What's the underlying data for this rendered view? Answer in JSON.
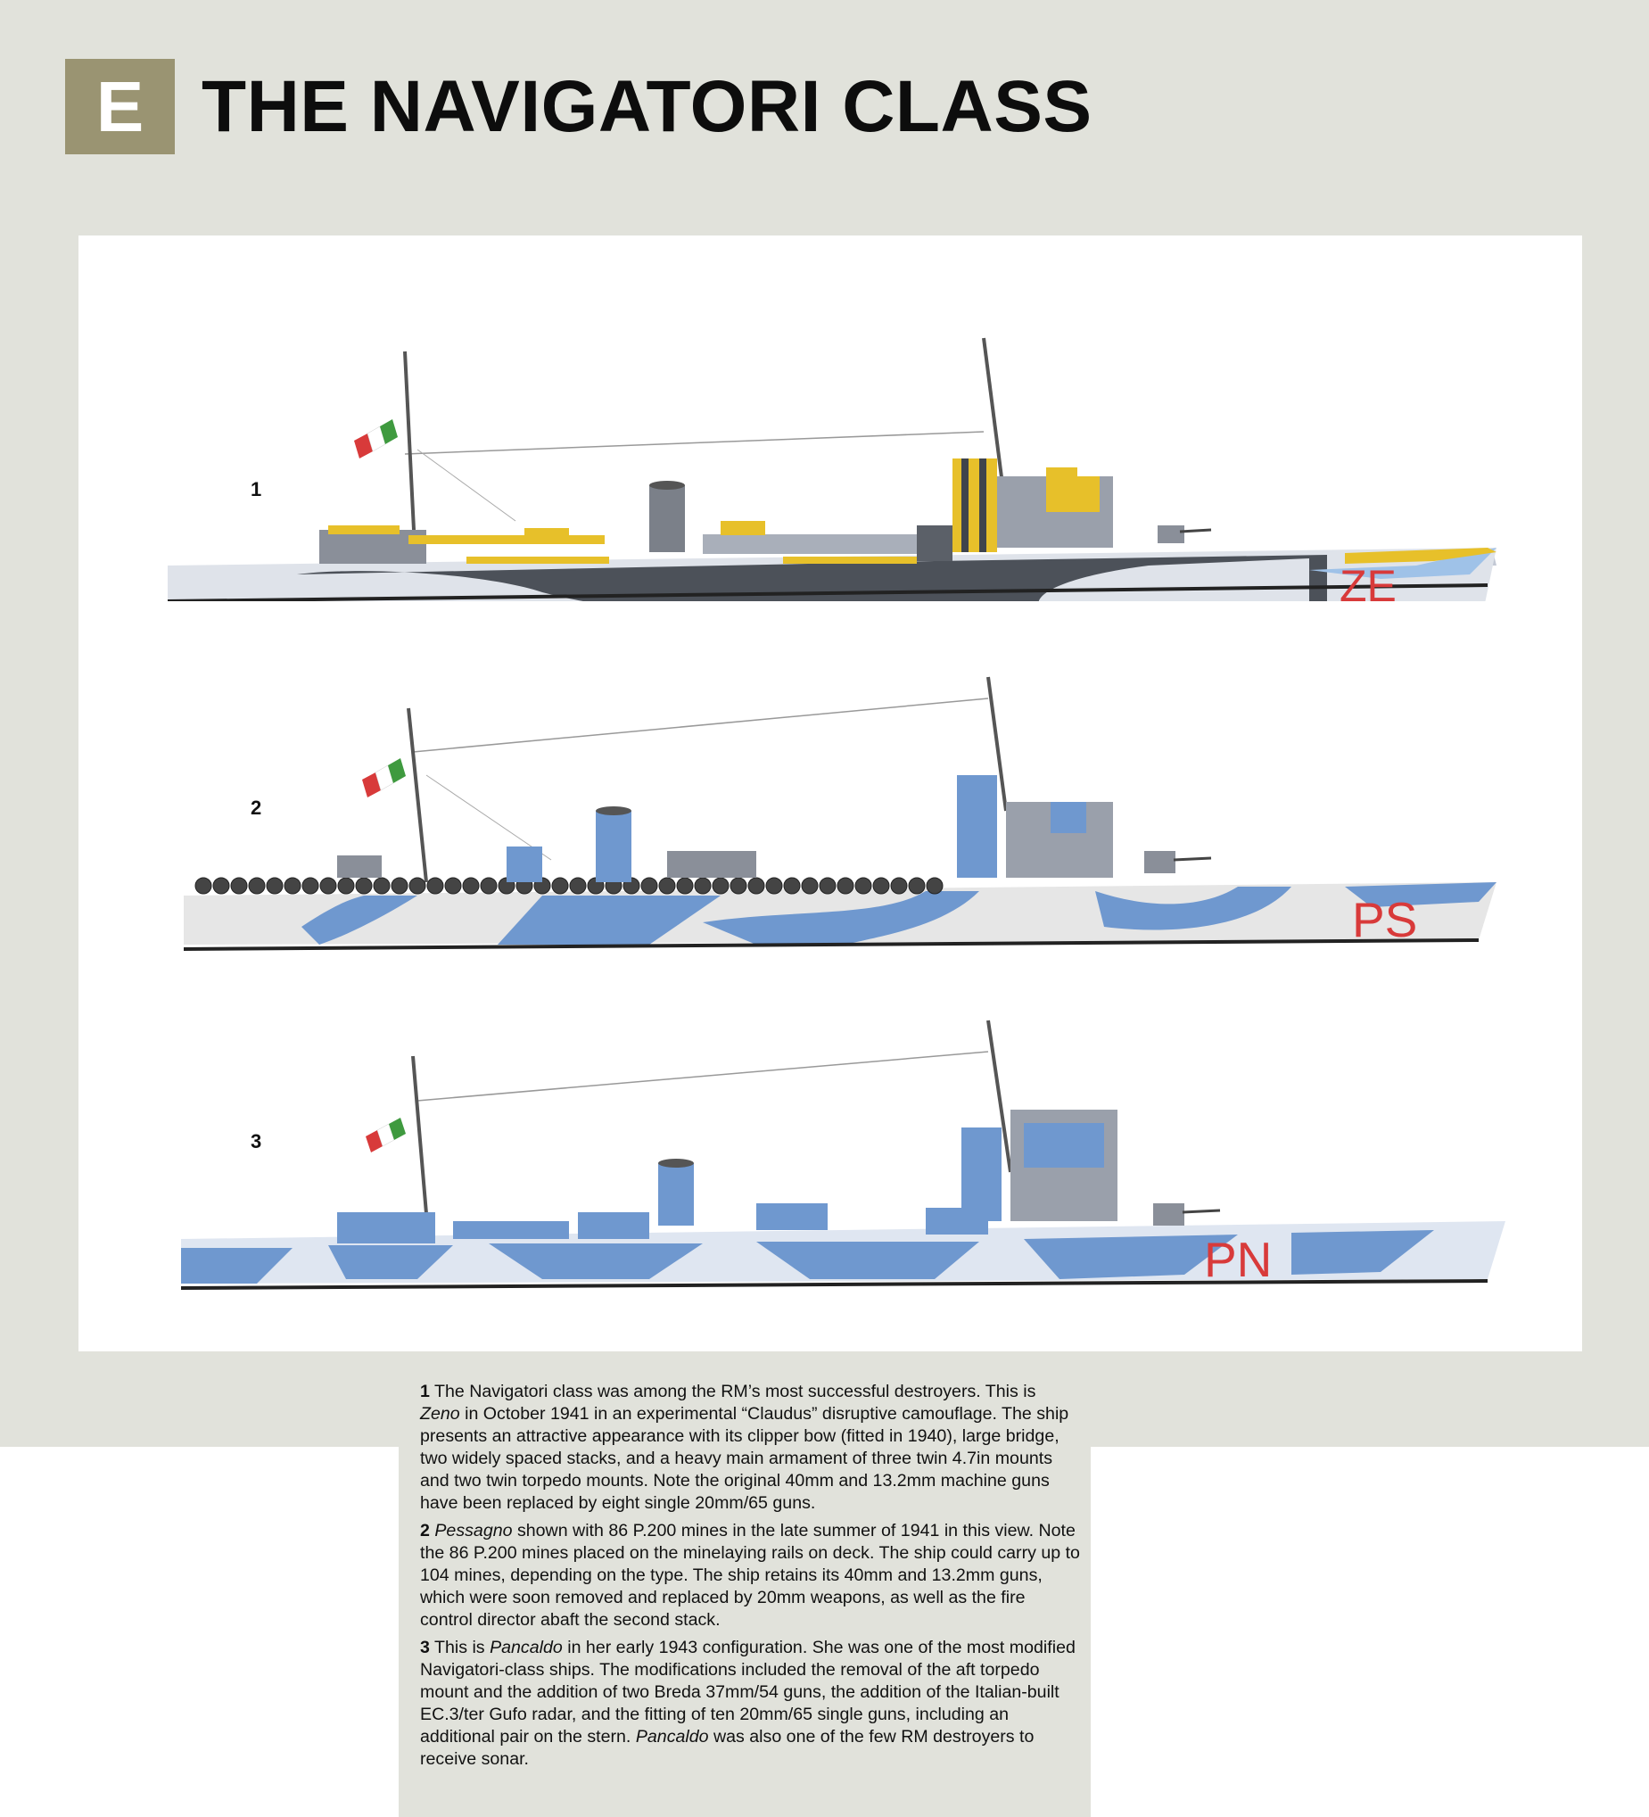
{
  "header": {
    "badge": "E",
    "title": "THE NAVIGATORI CLASS"
  },
  "figures": [
    {
      "number": "1",
      "hull_code": "ZE"
    },
    {
      "number": "2",
      "hull_code": "PS"
    },
    {
      "number": "3",
      "hull_code": "PN"
    }
  ],
  "colors": {
    "panel": "#e1e2db",
    "badge": "#9a9472",
    "hull_light": "#dfe3ea",
    "camo_dark": "#3f444c",
    "camo_blue": "#6f98cf",
    "camo_yellow": "#e7c02a",
    "code_red": "#d83a3a"
  },
  "captions": [
    {
      "num": "1",
      "t1": " The Navigatori class was among the RM’s most successful destroyers. This is ",
      "em1": "Zeno",
      "t2": " in October 1941 in an experimental “Claudus” disruptive camouflage. The ship presents an attractive appearance with its clipper bow (fitted in 1940), large bridge, two widely spaced stacks, and a heavy main armament of three twin 4.7in mounts and two twin torpedo mounts. Note the original 40mm and 13.2mm machine guns have been replaced by eight single 20mm/65 guns."
    },
    {
      "num": "2",
      "em1": "Pessagno",
      "t1": " shown with 86 P.200 mines in the late summer of 1941 in this view. Note the 86 P.200 mines placed on the minelaying rails on deck. The ship could carry up to 104 mines, depending on the type. The ship retains its 40mm and 13.2mm guns, which were soon removed and replaced by 20mm weapons, as well as the fire control director abaft the second stack."
    },
    {
      "num": "3",
      "t1": " This is ",
      "em1": "Pancaldo",
      "t2": " in her early 1943 configuration. She was one of the most modified Navigatori-class ships. The modifications included the removal of the aft torpedo mount and the addition of two Breda 37mm/54 guns, the addition of the Italian-built EC.3/ter Gufo radar, and the fitting of ten 20mm/65 single guns, including an additional pair on the stern. ",
      "em2": "Pancaldo",
      "t3": " was also one of the few RM destroyers to receive sonar."
    }
  ]
}
